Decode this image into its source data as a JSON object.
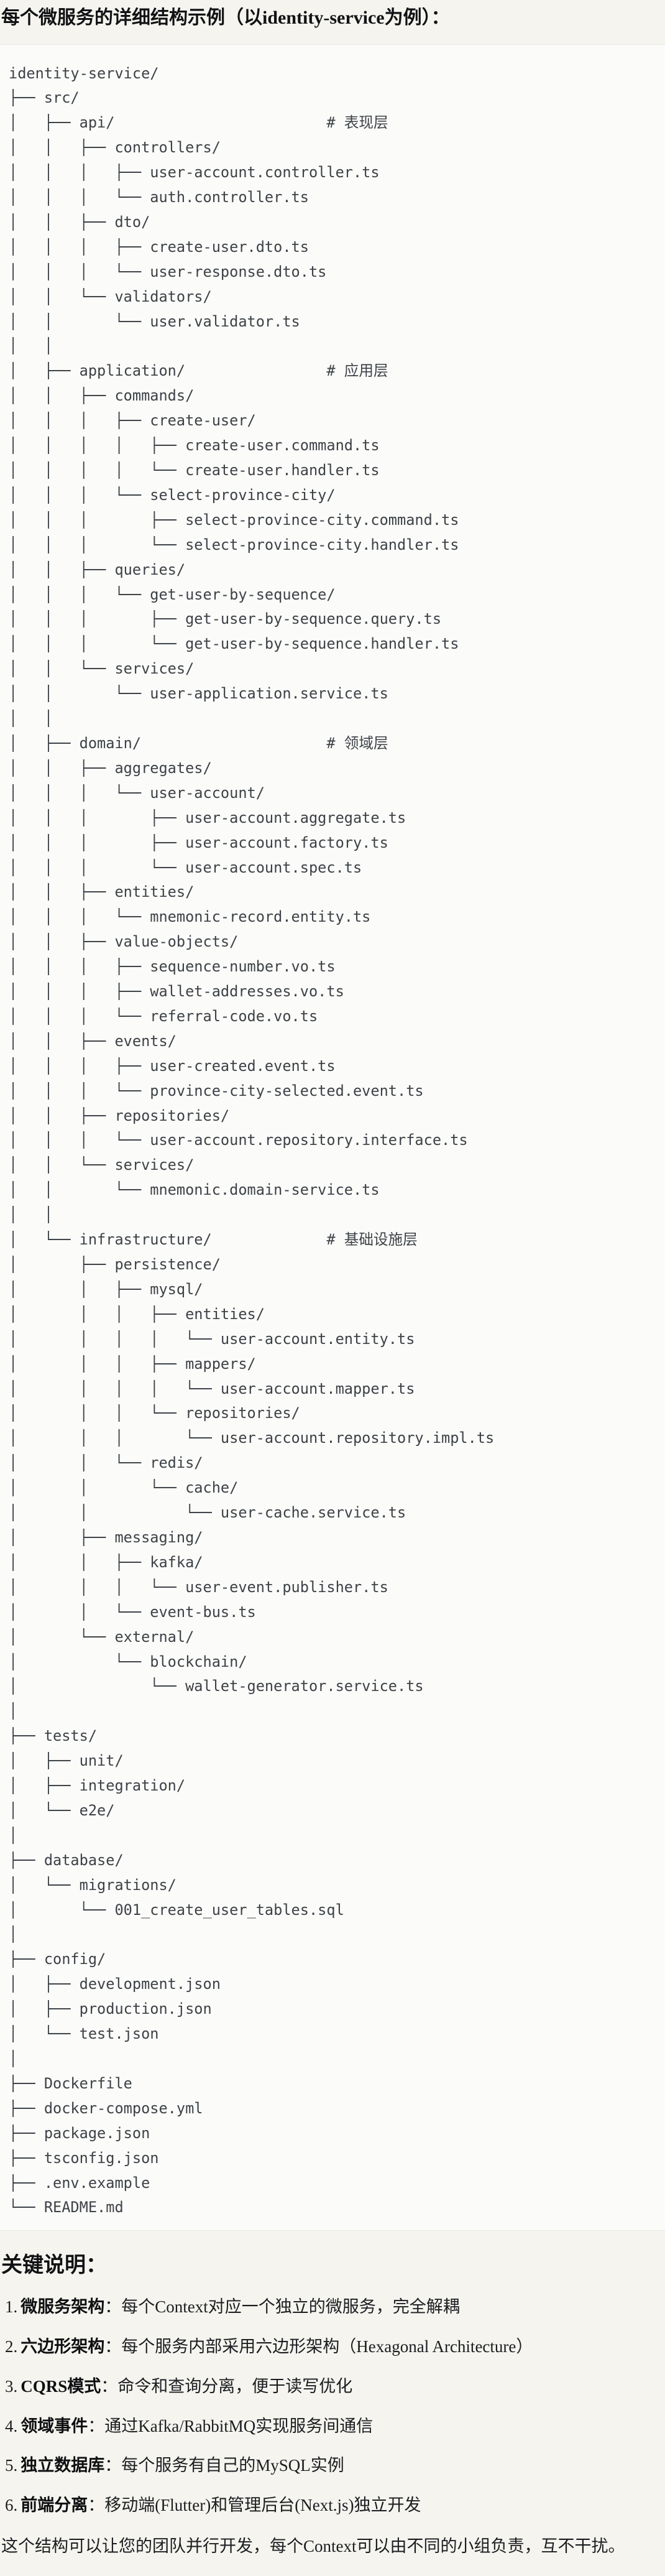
{
  "title": "每个微服务的详细结构示例（以identity-service为例）：",
  "colors": {
    "page_background": "#f5f4ef",
    "code_background": "#fbfbf9",
    "code_border": "#e7e6e1",
    "code_text": "#3d4247",
    "body_text": "#1b1d20"
  },
  "code": {
    "language_hint": "directory-tree",
    "layer_comments": [
      "# 表现层",
      "# 应用层",
      "# 领域层",
      "# 基础设施层"
    ],
    "tree_lines": [
      "identity-service/",
      "├── src/",
      "│   ├── api/                        # 表现层",
      "│   │   ├── controllers/",
      "│   │   │   ├── user-account.controller.ts",
      "│   │   │   └── auth.controller.ts",
      "│   │   ├── dto/",
      "│   │   │   ├── create-user.dto.ts",
      "│   │   │   └── user-response.dto.ts",
      "│   │   └── validators/",
      "│   │       └── user.validator.ts",
      "│   │",
      "│   ├── application/                # 应用层",
      "│   │   ├── commands/",
      "│   │   │   ├── create-user/",
      "│   │   │   │   ├── create-user.command.ts",
      "│   │   │   │   └── create-user.handler.ts",
      "│   │   │   └── select-province-city/",
      "│   │   │       ├── select-province-city.command.ts",
      "│   │   │       └── select-province-city.handler.ts",
      "│   │   ├── queries/",
      "│   │   │   └── get-user-by-sequence/",
      "│   │   │       ├── get-user-by-sequence.query.ts",
      "│   │   │       └── get-user-by-sequence.handler.ts",
      "│   │   └── services/",
      "│   │       └── user-application.service.ts",
      "│   │",
      "│   ├── domain/                     # 领域层",
      "│   │   ├── aggregates/",
      "│   │   │   └── user-account/",
      "│   │   │       ├── user-account.aggregate.ts",
      "│   │   │       ├── user-account.factory.ts",
      "│   │   │       └── user-account.spec.ts",
      "│   │   ├── entities/",
      "│   │   │   └── mnemonic-record.entity.ts",
      "│   │   ├── value-objects/",
      "│   │   │   ├── sequence-number.vo.ts",
      "│   │   │   ├── wallet-addresses.vo.ts",
      "│   │   │   └── referral-code.vo.ts",
      "│   │   ├── events/",
      "│   │   │   ├── user-created.event.ts",
      "│   │   │   └── province-city-selected.event.ts",
      "│   │   ├── repositories/",
      "│   │   │   └── user-account.repository.interface.ts",
      "│   │   └── services/",
      "│   │       └── mnemonic.domain-service.ts",
      "│   │",
      "│   └── infrastructure/             # 基础设施层",
      "│       ├── persistence/",
      "│       │   ├── mysql/",
      "│       │   │   ├── entities/",
      "│       │   │   │   └── user-account.entity.ts",
      "│       │   │   ├── mappers/",
      "│       │   │   │   └── user-account.mapper.ts",
      "│       │   │   └── repositories/",
      "│       │   │       └── user-account.repository.impl.ts",
      "│       │   └── redis/",
      "│       │       └── cache/",
      "│       │           └── user-cache.service.ts",
      "│       ├── messaging/",
      "│       │   ├── kafka/",
      "│       │   │   └── user-event.publisher.ts",
      "│       │   └── event-bus.ts",
      "│       └── external/",
      "│           └── blockchain/",
      "│               └── wallet-generator.service.ts",
      "│",
      "├── tests/",
      "│   ├── unit/",
      "│   ├── integration/",
      "│   └── e2e/",
      "│",
      "├── database/",
      "│   └── migrations/",
      "│       └── 001_create_user_tables.sql",
      "│",
      "├── config/",
      "│   ├── development.json",
      "│   ├── production.json",
      "│   └── test.json",
      "│",
      "├── Dockerfile",
      "├── docker-compose.yml",
      "├── package.json",
      "├── tsconfig.json",
      "├── .env.example",
      "└── README.md"
    ]
  },
  "notes": {
    "heading": "关键说明：",
    "items": [
      {
        "num": "1.",
        "term": "微服务架构",
        "rest": "：每个Context对应一个独立的微服务，完全解耦"
      },
      {
        "num": "2.",
        "term": "六边形架构",
        "rest": "：每个服务内部采用六边形架构（Hexagonal Architecture）"
      },
      {
        "num": "3.",
        "term": "CQRS模式",
        "rest": "：命令和查询分离，便于读写优化"
      },
      {
        "num": "4.",
        "term": "领域事件",
        "rest": "：通过Kafka/RabbitMQ实现服务间通信"
      },
      {
        "num": "5.",
        "term": "独立数据库",
        "rest": "：每个服务有自己的MySQL实例"
      },
      {
        "num": "6.",
        "term": "前端分离",
        "rest": "：移动端(Flutter)和管理后台(Next.js)独立开发"
      }
    ]
  },
  "footer": "这个结构可以让您的团队并行开发，每个Context可以由不同的小组负责，互不干扰。"
}
